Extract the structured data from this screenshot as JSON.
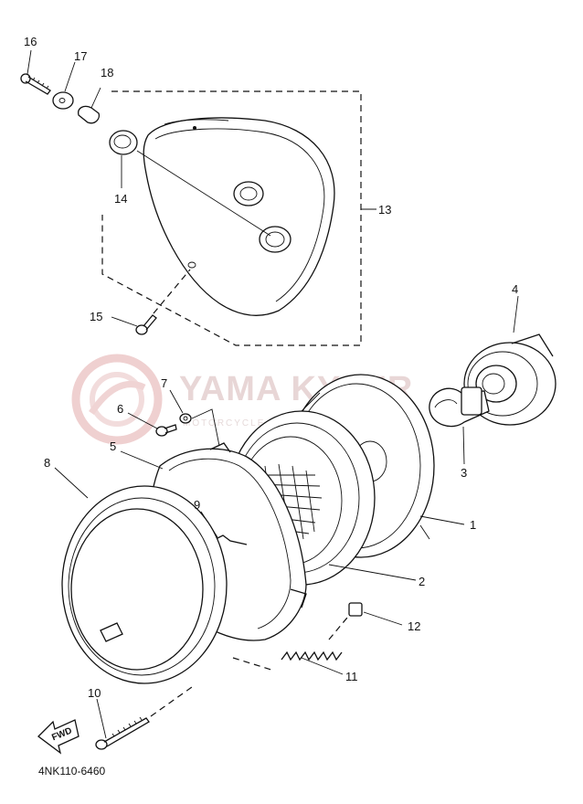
{
  "diagram": {
    "part_number": "4NK110-6460",
    "fwd_label": "FWD",
    "watermark": {
      "brand": "YAMA  KYLER",
      "sub": "MOTORCYCLE  PARTS  •  SERVICE"
    },
    "callouts": [
      {
        "id": "c1",
        "label": "1"
      },
      {
        "id": "c2",
        "label": "2"
      },
      {
        "id": "c3",
        "label": "3"
      },
      {
        "id": "c4",
        "label": "4"
      },
      {
        "id": "c5",
        "label": "5"
      },
      {
        "id": "c6",
        "label": "6"
      },
      {
        "id": "c7",
        "label": "7"
      },
      {
        "id": "c8",
        "label": "8"
      },
      {
        "id": "c9",
        "label": "9"
      },
      {
        "id": "c10",
        "label": "10"
      },
      {
        "id": "c11",
        "label": "11"
      },
      {
        "id": "c12",
        "label": "12"
      },
      {
        "id": "c13",
        "label": "13"
      },
      {
        "id": "c14",
        "label": "14"
      },
      {
        "id": "c15",
        "label": "15"
      },
      {
        "id": "c16",
        "label": "16"
      },
      {
        "id": "c17",
        "label": "17"
      },
      {
        "id": "c18",
        "label": "18"
      }
    ],
    "icons": {
      "watermark_logo": "circle-logo-icon",
      "fwd_arrow": "forward-arrow-icon"
    }
  }
}
